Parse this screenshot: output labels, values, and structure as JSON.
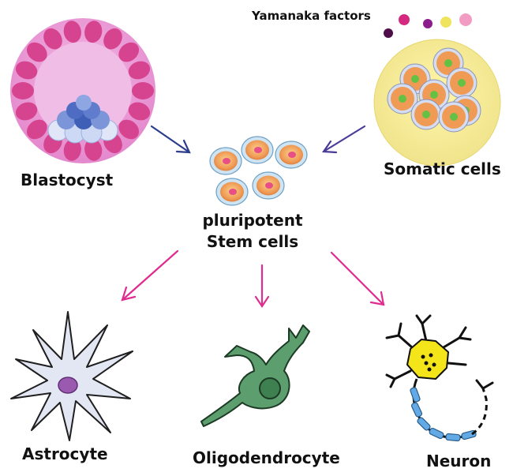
{
  "labels": {
    "blastocyst": "Blastocyst",
    "somatic": "Somatic cells",
    "yamanaka": "Yamanaka factors",
    "stem_line1": "pluripotent",
    "stem_line2": "Stem cells",
    "astrocyte": "Astrocyte",
    "oligodendrocyte": "Oligodendrocyte",
    "neuron": "Neuron"
  },
  "colors": {
    "blastocyst_fill": "#e99ad2",
    "blastocyst_ring": "#d6448f",
    "inner_cell_mass": "#3f5fb6",
    "somatic_bg": "#f4ec9c",
    "cell_orange": "#ef9a55",
    "cell_nucleus_green": "#63c244",
    "stem_nucleus_pink": "#e84f86",
    "arrow_pink": "#e02c8f",
    "arrow_blue": "#2b3d8c",
    "astrocyte_fill": "#e3e6f3",
    "astrocyte_nucleus": "#9a5ab0",
    "oligo_fill": "#5c9e6d",
    "oligo_nucleus": "#3e8050",
    "neuron_soma": "#f3e51a",
    "myelin_blue": "#62a9e6"
  },
  "yamanaka_dots": [
    {
      "name": "factor-dot-magenta",
      "color": "#d5297f"
    },
    {
      "name": "factor-dot-purple",
      "color": "#8a1c8c"
    },
    {
      "name": "factor-dot-yellow",
      "color": "#f0e35d"
    },
    {
      "name": "factor-dot-pink",
      "color": "#f29cc3"
    },
    {
      "name": "factor-dot-dark-purple",
      "color": "#4f0e4a"
    }
  ]
}
